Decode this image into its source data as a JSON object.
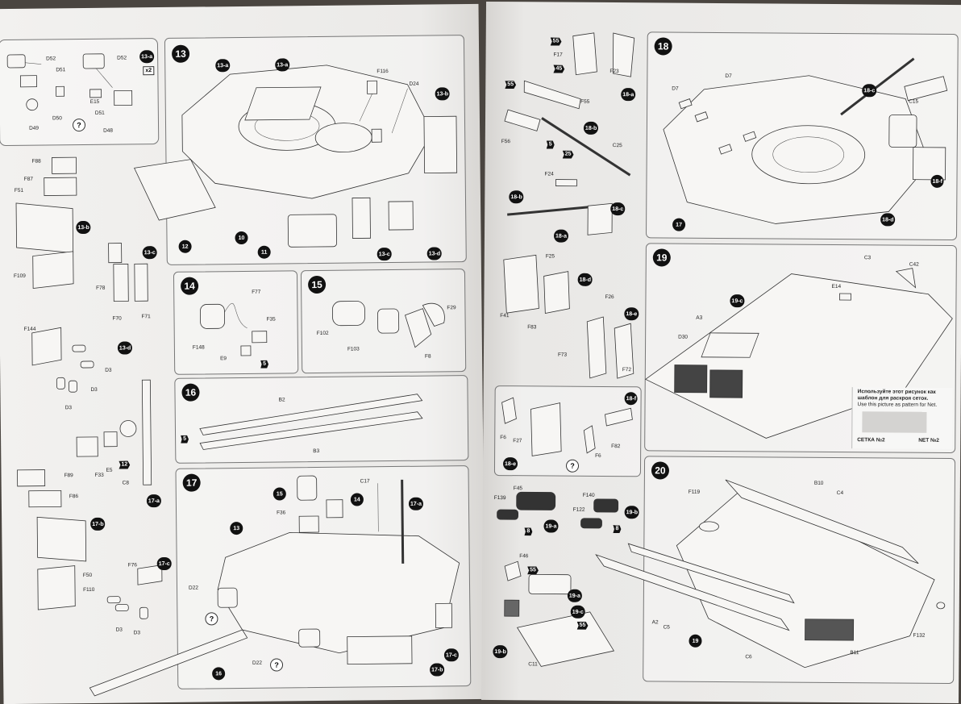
{
  "left_page": {
    "inset_13a": {
      "labels": [
        "D52",
        "D51",
        "D50",
        "D49",
        "D52",
        "E15",
        "D51",
        "D48"
      ],
      "step_tag": "13-a",
      "multiplier": "x2"
    },
    "step13": {
      "number": "13",
      "labels": [
        "13-a",
        "13-a",
        "F116",
        "D24",
        "13-b",
        "12",
        "10",
        "11",
        "13-c",
        "13-d"
      ]
    },
    "side_13b": {
      "labels": [
        "F88",
        "F87",
        "F51",
        "F109"
      ],
      "tag": "13-b"
    },
    "side_13c": {
      "labels": [
        "F78",
        "F70",
        "F71"
      ],
      "tag": "13-c"
    },
    "side_13d": {
      "labels": [
        "F144",
        "D3",
        "D3",
        "D3"
      ],
      "tag": "13-d"
    },
    "side_17a": {
      "labels": [
        "E5",
        "F33",
        "C8",
        "12"
      ],
      "tag": "17-a"
    },
    "side_17b": {
      "labels": [
        "F89",
        "F86",
        "F50",
        "F110"
      ],
      "tag": "17-b"
    },
    "side_17c": {
      "labels": [
        "F76",
        "D3",
        "D3"
      ],
      "tag": "17-c"
    },
    "step14": {
      "number": "14",
      "labels": [
        "F77",
        "F35",
        "F148",
        "E9",
        "5"
      ]
    },
    "step15": {
      "number": "15",
      "labels": [
        "F29",
        "F102",
        "F103",
        "F8"
      ]
    },
    "step16": {
      "number": "16",
      "labels": [
        "B2",
        "B3",
        "5"
      ]
    },
    "step17": {
      "number": "17",
      "labels": [
        "C17",
        "15",
        "14",
        "17-a",
        "F36",
        "13",
        "D22",
        "D22",
        "16",
        "17-b",
        "17-c"
      ]
    }
  },
  "right_page": {
    "side_18a": {
      "labels": [
        "F17",
        "F23",
        "F55",
        "F56",
        "55",
        "55",
        "45"
      ],
      "tag": "18-a"
    },
    "side_18b": {
      "labels": [
        "C25",
        "18-b",
        "25",
        "5"
      ],
      "tag": "18-b"
    },
    "side_18c": {
      "labels": [
        "F24",
        "18-b",
        "18-a"
      ],
      "tag": "18-c"
    },
    "side_18d": {
      "labels": [
        "F25",
        "F41",
        "F83"
      ],
      "tag": "18-d"
    },
    "side_18e": {
      "labels": [
        "F26",
        "F73",
        "F72"
      ],
      "tag": "18-e"
    },
    "side_18f": {
      "labels": [
        "F6",
        "F27",
        "F82",
        "F6",
        "18-e"
      ],
      "tag": "18-f"
    },
    "side_19a": {
      "labels": [
        "F45",
        "F139",
        "8"
      ],
      "tag": "19-a"
    },
    "side_19b": {
      "labels": [
        "F140",
        "F122",
        "8"
      ],
      "tag": "19-b"
    },
    "side_19c": {
      "labels": [
        "F46",
        "55",
        "19-a",
        "55",
        "19-b",
        "C11"
      ],
      "tag": "19-c"
    },
    "step18": {
      "number": "18",
      "labels": [
        "D7",
        "D7",
        "18-c",
        "C15",
        "18-f",
        "18-d",
        "17"
      ]
    },
    "step19": {
      "number": "19",
      "labels": [
        "C3",
        "C42",
        "E14",
        "A3",
        "19-c",
        "D30"
      ],
      "template_note_ru": "Используйте этот рисунок как шаблон для раскроя сеток.",
      "template_note_en": "Use this picture as pattern for Net.",
      "net_label_ru": "СЕТКА №2",
      "net_label_en": "NET №2"
    },
    "step20": {
      "number": "20",
      "labels": [
        "B10",
        "C4",
        "F119",
        "A2",
        "C5",
        "19",
        "C6",
        "B11",
        "F132"
      ]
    }
  }
}
